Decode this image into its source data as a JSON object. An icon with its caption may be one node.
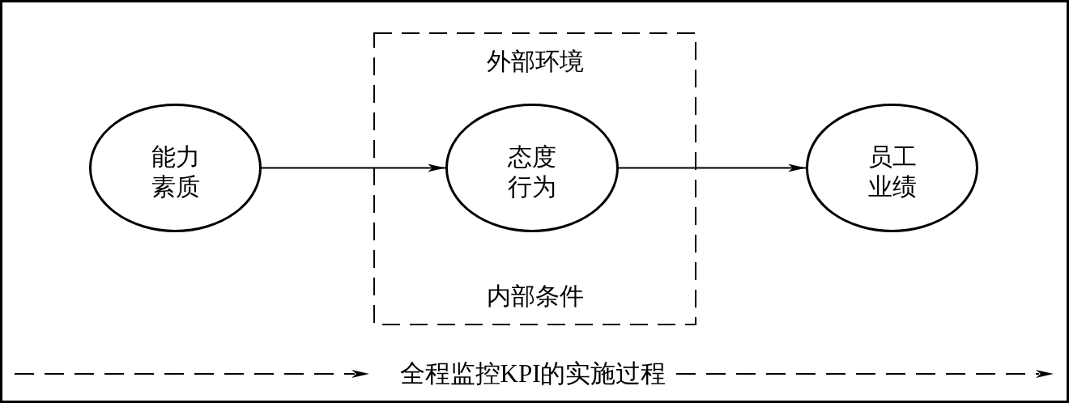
{
  "diagram": {
    "nodes": [
      {
        "text": [
          "能力素质"
        ]
      },
      {
        "text": [
          "外部环境",
          "内部条件"
        ]
      },
      {
        "text": [
          "态度行为"
        ],
        "in": 1
      },
      {
        "text": [
          "员工业绩"
        ]
      }
    ],
    "edges": [
      {
        "from": 0,
        "to": 2,
        "arrow": "to"
      },
      {
        "from": 2,
        "to": 3,
        "arrow": "to"
      }
    ],
    "labels": [
      "全程监控KPI的实施过程"
    ]
  }
}
